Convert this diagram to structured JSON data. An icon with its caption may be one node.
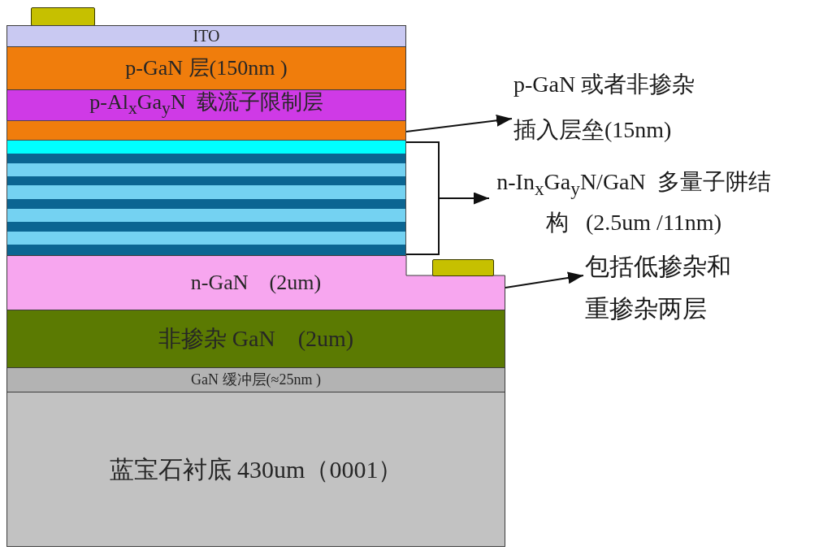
{
  "diagram": {
    "nodes": [
      {
        "text": [],
        "shape": "box"
      },
      {
        "text": [
          "ITO"
        ]
      },
      {
        "text": [
          "p-GaN 层(150nm )"
        ]
      },
      {
        "text": [
          "p-Al$_{x}$Ga$_{y}$N  载流子限制层"
        ]
      },
      {
        "text": [],
        "shape": "bar"
      },
      {
        "text": [],
        "shape": "bar"
      },
      {
        "text": [
          "n-GaN    (2um)"
        ]
      },
      {
        "text": [],
        "shape": "box"
      },
      {
        "text": [
          "非掺杂 GaN    (2um)"
        ]
      },
      {
        "text": [
          "GaN 缓冲层(≈25nm )"
        ]
      },
      {
        "text": [
          "蓝宝石衬底 430um（0001）"
        ]
      },
      {
        "text": [
          "p-GaN 或者非掺杂插入层垒(15nm)"
        ]
      },
      {
        "text": [
          "n-In$_{x}$Ga$_{y}$N/GaN  多量子阱结构   (2.5um /11nm)"
        ]
      },
      {
        "text": [
          "包括低掺杂和重掺杂两层"
        ]
      }
    ],
    "edges": [
      {
        "from": 4,
        "to": 11,
        "arrow": "to"
      },
      {
        "from": 5,
        "to": 12,
        "arrow": "to"
      },
      {
        "from": 6,
        "to": 13,
        "arrow": "to"
      }
    ]
  }
}
